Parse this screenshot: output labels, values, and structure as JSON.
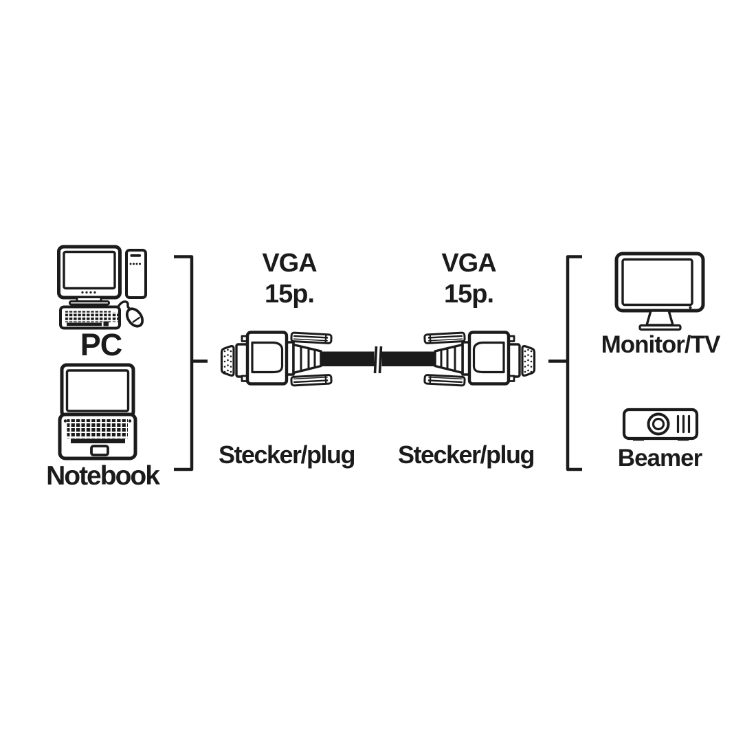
{
  "diagram": {
    "title": "VGA cable connection diagram",
    "background": "#ffffff",
    "ink_color": "#1b1b1b",
    "sources": {
      "pc": {
        "label": "PC",
        "icon": "desktop-pc-icon"
      },
      "notebook": {
        "label": "Notebook",
        "icon": "laptop-icon"
      }
    },
    "cable": {
      "left": {
        "connector_line1": "VGA",
        "connector_line2": "15p.",
        "plug_label": "Stecker/plug",
        "icon": "vga-connector-icon"
      },
      "right": {
        "connector_line1": "VGA",
        "connector_line2": "15p.",
        "plug_label": "Stecker/plug",
        "icon": "vga-connector-icon"
      }
    },
    "destinations": {
      "monitor_tv": {
        "label": "Monitor/TV",
        "icon": "monitor-icon"
      },
      "beamer": {
        "label": "Beamer",
        "icon": "projector-icon"
      }
    }
  }
}
